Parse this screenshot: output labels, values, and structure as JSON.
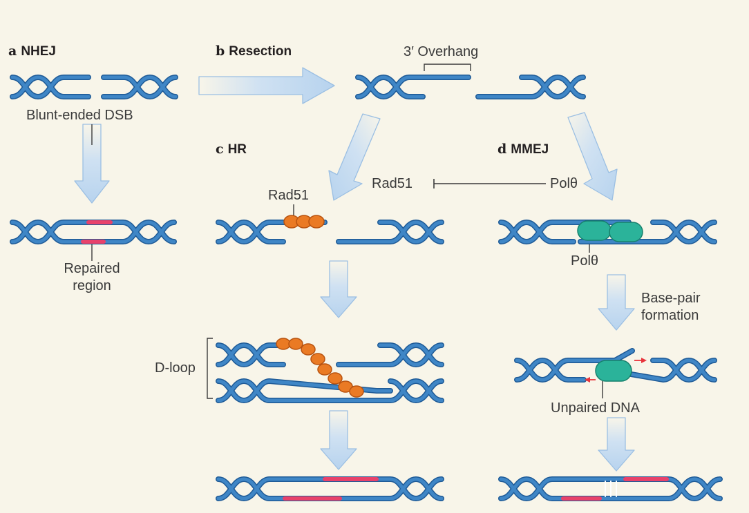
{
  "panels": {
    "a": {
      "letter": "a",
      "title": "NHEJ"
    },
    "b": {
      "letter": "b",
      "title": "Resection"
    },
    "c": {
      "letter": "c",
      "title": "HR"
    },
    "d": {
      "letter": "d",
      "title": "MMEJ"
    }
  },
  "labels": {
    "blunt_dsb": "Blunt-ended DSB",
    "overhang": "3′ Overhang",
    "repaired_region_line1": "Repaired",
    "repaired_region_line2": "region",
    "rad51_inhibit": "Rad51",
    "poltheta_inhibit": "Polθ",
    "rad51_protein": "Rad51",
    "poltheta_protein": "Polθ",
    "dloop": "D-loop",
    "base_pair_line1": "Base-pair",
    "base_pair_line2": "formation",
    "unpaired_dna": "Unpaired DNA"
  },
  "colors": {
    "dna": "#3f86c6",
    "dna_outline": "#1e5a96",
    "repair": "#e8426b",
    "rad51": "#ea7a24",
    "poltheta": "#2bb39a",
    "arrow_fill": "#c9dcef",
    "arrow_stroke": "#8fb6df",
    "background": "#f8f5e9"
  }
}
